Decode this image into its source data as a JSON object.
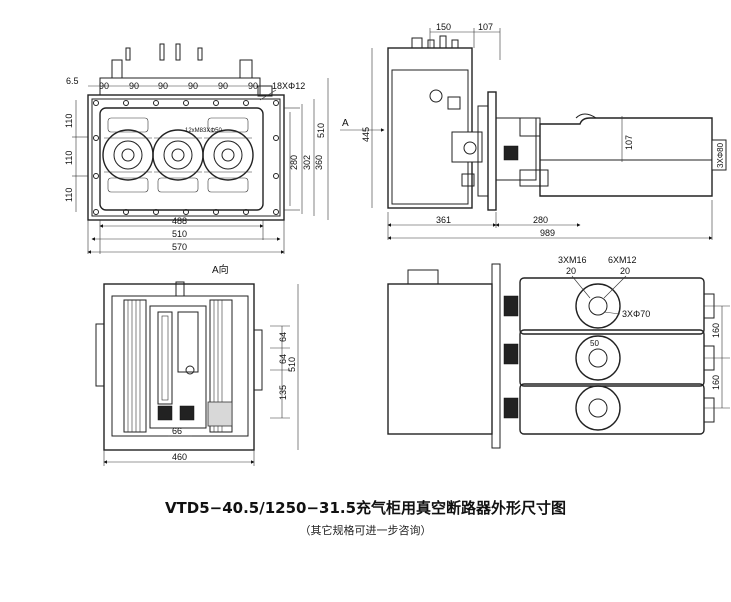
{
  "title": "VTD5−40.5/1250−31.5充气柜用真空断路器外形尺寸图",
  "subtitle": "（其它规格可进一步咨询）",
  "views": {
    "top": {
      "dims_top": [
        "6.5",
        "90",
        "90",
        "90",
        "90",
        "90",
        "90",
        "18XΦ12"
      ],
      "dims_left": [
        "110",
        "110",
        "110"
      ],
      "dims_right": [
        "280",
        "302",
        "360",
        "510"
      ],
      "dims_bottom": [
        "488",
        "510",
        "570"
      ],
      "nameplate": [
        "12xM8",
        "3XΦ50"
      ]
    },
    "side": {
      "dims_top": [
        "150",
        "107"
      ],
      "dims_left": [
        "445"
      ],
      "arrow_label": "A",
      "dims_right": [
        "107",
        "3XΦ80"
      ],
      "dims_bottom": [
        "361",
        "280",
        "989"
      ]
    },
    "front": {
      "view_label": "A向",
      "dims_right": [
        "64",
        "64",
        "135",
        "510"
      ],
      "dims_bottom": [
        "66",
        "460"
      ]
    },
    "rear": {
      "callouts": [
        "3XM16",
        "6XM12",
        "20",
        "20",
        "3XΦ70",
        "50"
      ],
      "dims_right": [
        "160",
        "160"
      ]
    }
  }
}
